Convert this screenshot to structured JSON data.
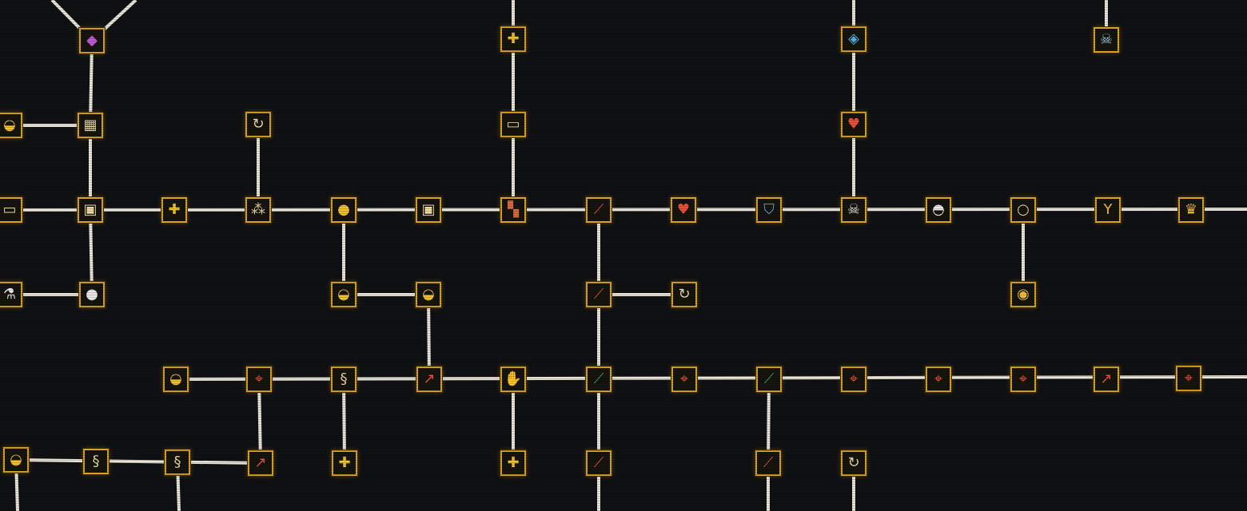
{
  "skill_tree": {
    "nodes": [
      {
        "id": "gem",
        "icon": "diamond-gem-icon",
        "glyph": "◆",
        "color": "#c05ad8"
      },
      {
        "id": "top-plus",
        "icon": "plus-icon",
        "glyph": "✚",
        "color": "#f0c030"
      },
      {
        "id": "top-shield",
        "icon": "blue-shield-icon",
        "glyph": "◈",
        "color": "#5ab0e8"
      },
      {
        "id": "top-skull",
        "icon": "crossed-skull-icon",
        "glyph": "☠",
        "color": "#9ec8e0"
      },
      {
        "id": "mortar-l1",
        "icon": "mortar-icon",
        "glyph": "◒",
        "color": "#f0c030"
      },
      {
        "id": "scroll",
        "icon": "scroll-icon",
        "glyph": "▦",
        "color": "#e8d8a0"
      },
      {
        "id": "cycle-1",
        "icon": "cycle-icon",
        "glyph": "↻",
        "color": "#e8d8a0"
      },
      {
        "id": "book",
        "icon": "book-icon",
        "glyph": "▭",
        "color": "#e8d8a0"
      },
      {
        "id": "heart-top",
        "icon": "heart-icon",
        "glyph": "♥",
        "color": "#e8503a"
      },
      {
        "id": "panel-l",
        "icon": "panel-icon",
        "glyph": "▭",
        "color": "#e8d8a0"
      },
      {
        "id": "frame",
        "icon": "frame-icon",
        "glyph": "▣",
        "color": "#e8d8a0"
      },
      {
        "id": "plus-2",
        "icon": "plus-icon",
        "glyph": "✚",
        "color": "#f0c030"
      },
      {
        "id": "scatter",
        "icon": "scatter-icon",
        "glyph": "⁂",
        "color": "#e8d8a0"
      },
      {
        "id": "coin",
        "icon": "coin-icon",
        "glyph": "●",
        "color": "#f0c030"
      },
      {
        "id": "frame-2",
        "icon": "frame-icon",
        "glyph": "▣",
        "color": "#e8d8a0"
      },
      {
        "id": "mosaic",
        "icon": "mosaic-icon",
        "glyph": "▚",
        "color": "#d86a3a"
      },
      {
        "id": "sword",
        "icon": "red-sword-icon",
        "glyph": "⟋",
        "color": "#e8503a"
      },
      {
        "id": "heart",
        "icon": "heart-icon",
        "glyph": "♥",
        "color": "#e8503a"
      },
      {
        "id": "shield",
        "icon": "blue-shield-icon",
        "glyph": "⛉",
        "color": "#5ab0e8"
      },
      {
        "id": "skull",
        "icon": "crossed-skull-icon",
        "glyph": "☠",
        "color": "#e8e8e8"
      },
      {
        "id": "helmet",
        "icon": "helmet-icon",
        "glyph": "◓",
        "color": "#e8e8e8"
      },
      {
        "id": "ring",
        "icon": "ring-icon",
        "glyph": "○",
        "color": "#e8d8a0"
      },
      {
        "id": "amulet",
        "icon": "amulet-icon",
        "glyph": "Y",
        "color": "#f0c030"
      },
      {
        "id": "crown",
        "icon": "crown-icon",
        "glyph": "♛",
        "color": "#f0c030"
      },
      {
        "id": "potion",
        "icon": "potion-icon",
        "glyph": "⚗",
        "color": "#e8e8e8"
      },
      {
        "id": "bomb",
        "icon": "bomb-icon",
        "glyph": "●",
        "color": "#e8e8e8"
      },
      {
        "id": "mortar-2",
        "icon": "mortar-icon",
        "glyph": "◒",
        "color": "#f0c030"
      },
      {
        "id": "mortar-3",
        "icon": "mortar-pestle-icon",
        "glyph": "◒",
        "color": "#f0c030"
      },
      {
        "id": "sword-2",
        "icon": "red-sword-icon",
        "glyph": "⟋",
        "color": "#e8503a"
      },
      {
        "id": "cycle-2",
        "icon": "cycle-icon",
        "glyph": "↻",
        "color": "#e8d8a0"
      },
      {
        "id": "pot",
        "icon": "cauldron-icon",
        "glyph": "◉",
        "color": "#f0c030"
      },
      {
        "id": "mortar-4",
        "icon": "mortar-pestle-icon",
        "glyph": "◒",
        "color": "#f0c030"
      },
      {
        "id": "target-1",
        "icon": "target-icon",
        "glyph": "⌖",
        "color": "#e8503a"
      },
      {
        "id": "spiral",
        "icon": "spiral-icon",
        "glyph": "§",
        "color": "#e8d8a0"
      },
      {
        "id": "arrow-1",
        "icon": "arrow-icon",
        "glyph": "↗",
        "color": "#e8503a"
      },
      {
        "id": "hand",
        "icon": "hand-icon",
        "glyph": "✋",
        "color": "#e8d8a0"
      },
      {
        "id": "sword-green",
        "icon": "green-sword-icon",
        "glyph": "⟋",
        "color": "#3aa860"
      },
      {
        "id": "target-2",
        "icon": "target-icon",
        "glyph": "⌖",
        "color": "#e8503a"
      },
      {
        "id": "sword-green-2",
        "icon": "green-sword-icon",
        "glyph": "⟋",
        "color": "#3aa860"
      },
      {
        "id": "target-3",
        "icon": "target-icon",
        "glyph": "⌖",
        "color": "#e8503a"
      },
      {
        "id": "cross-target",
        "icon": "cross-target-icon",
        "glyph": "⌖",
        "color": "#e8503a"
      },
      {
        "id": "target-4",
        "icon": "target-icon",
        "glyph": "⌖",
        "color": "#e8503a"
      },
      {
        "id": "arrow-2",
        "icon": "arrow-icon",
        "glyph": "↗",
        "color": "#e8503a"
      },
      {
        "id": "target-5",
        "icon": "target-icon",
        "glyph": "⌖",
        "color": "#e8503a"
      },
      {
        "id": "mortar-5",
        "icon": "mortar-icon",
        "glyph": "◒",
        "color": "#f0c030"
      },
      {
        "id": "spiral-2",
        "icon": "spiral-icon",
        "glyph": "§",
        "color": "#e8d8a0"
      },
      {
        "id": "spiral-3",
        "icon": "spiral-icon",
        "glyph": "§",
        "color": "#e8d8a0"
      },
      {
        "id": "arrow-3",
        "icon": "arrow-icon",
        "glyph": "↗",
        "color": "#e8503a"
      },
      {
        "id": "plus-3",
        "icon": "plus-icon",
        "glyph": "✚",
        "color": "#f0c030"
      },
      {
        "id": "plus-4",
        "icon": "plus-icon",
        "glyph": "✚",
        "color": "#f0c030"
      },
      {
        "id": "sword-3",
        "icon": "red-sword-icon",
        "glyph": "⟋",
        "color": "#e8503a"
      },
      {
        "id": "sword-4",
        "icon": "red-sword-icon",
        "glyph": "⟋",
        "color": "#e8503a"
      },
      {
        "id": "cycle-3",
        "icon": "cycle-icon",
        "glyph": "↻",
        "color": "#e8d8a0"
      }
    ],
    "colors": {
      "background": "#101114",
      "link": "#e8e4d8",
      "node_border": "#d9a520",
      "node_fill": "#15140f"
    }
  }
}
